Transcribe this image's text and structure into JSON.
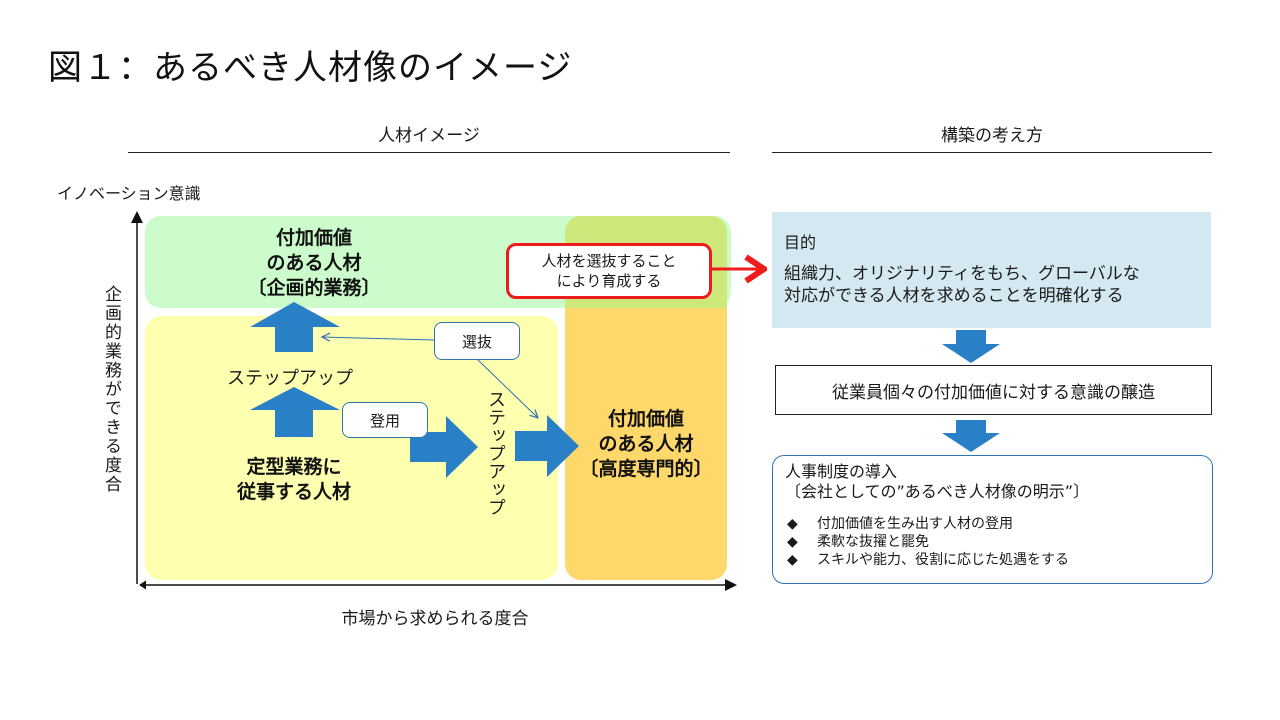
{
  "title": "図１：あるべき人材像のイメージ",
  "left_section": {
    "heading": "人材イメージ",
    "y_axis_top_label": "イノベーション意識",
    "y_axis_side_label": "企画的業務ができる度合",
    "x_axis_label": "市場から求められる度合",
    "zones": {
      "top": {
        "line1": "付加価値",
        "line2": "のある人材",
        "line3": "〔企画的業務〕"
      },
      "bottom_left": {
        "line1": "定型業務に",
        "line2": "従事する人材"
      },
      "right": {
        "line1": "付加価値",
        "line2": "のある人材",
        "line3": "〔高度専門的〕"
      }
    },
    "step_up_horizontal": "ステップアップ",
    "step_up_vertical": "ステップアップ",
    "callouts": {
      "appointment": "登用",
      "selection": "選抜",
      "develop_line1": "人材を選抜すること",
      "develop_line2": "により育成する"
    }
  },
  "right_section": {
    "heading": "構築の考え方",
    "purpose": {
      "title": "目的",
      "text_line1": "組織力、オリジナリティをもち、グローバルな",
      "text_line2": "対応ができる人材を求めることを明確化する"
    },
    "awareness_box": "従業員個々の付加価値に対する意識の醸造",
    "hr_system": {
      "title_line1": "人事制度の導入",
      "title_line2": "〔会社としての”あるべき人材像の明示”〕",
      "bullet_glyph": "◆",
      "bullets": [
        "付加価値を生み出す人材の登用",
        "柔軟な抜擢と罷免",
        "スキルや能力、役割に応じた処遇をする"
      ]
    }
  },
  "colors": {
    "arrow_blue": "#2a80c6",
    "callout_border": "#2e75b6",
    "red_accent": "#ee1c1c",
    "zone_green": "#ccfccc",
    "zone_yellow": "#ffffb0",
    "zone_orange": "#fed86a",
    "purpose_bg": "#d3e8f0"
  }
}
